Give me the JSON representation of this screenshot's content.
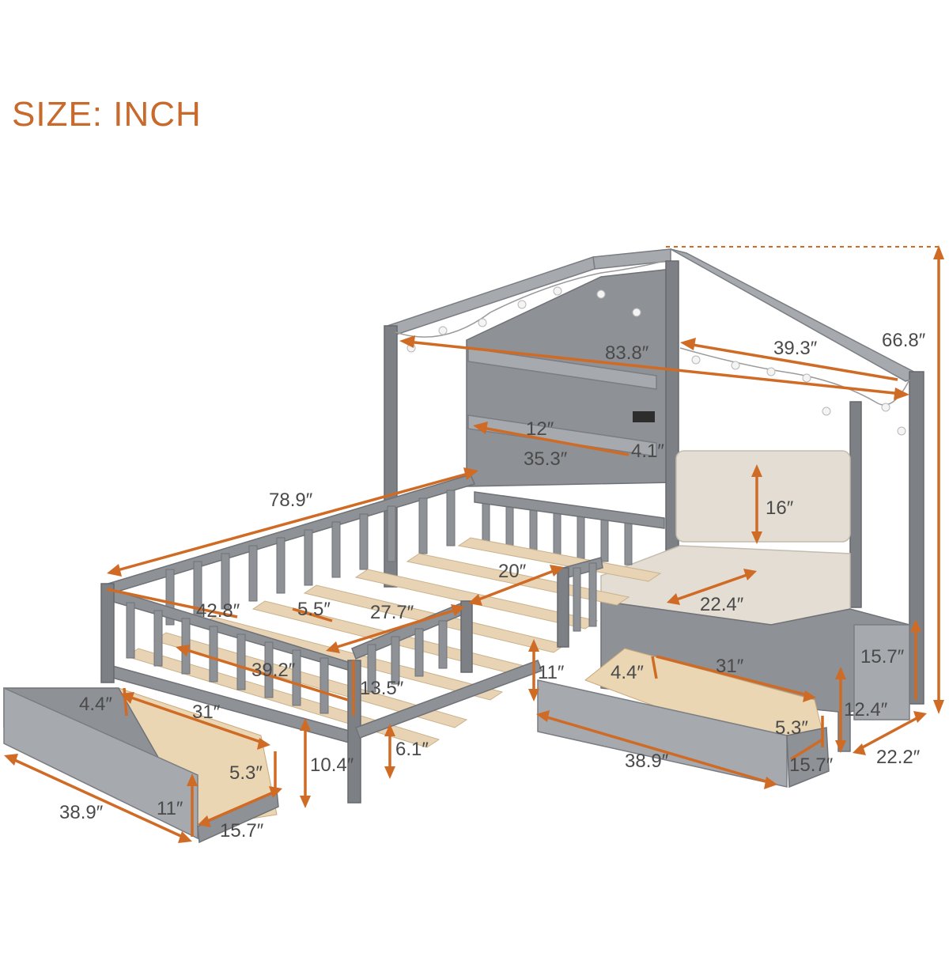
{
  "header": {
    "title": "SIZE: INCH"
  },
  "dimensions": {
    "height_total": "66.8″",
    "roof_length": "83.8″",
    "roof_short": "39.3″",
    "shelf_top": "12″",
    "shelf_width": "35.3″",
    "shelf_depth": "4.1″",
    "cushion_height": "16″",
    "bed_length": "78.9″",
    "bed_width": "42.8″",
    "slat_gap": "5.5″",
    "side_rail": "27.7″",
    "bench_gap": "20″",
    "bench_depth": "22.4″",
    "rail_length": "39.2″",
    "rail_height": "13.5″",
    "leg_height": "10.4″",
    "clearance": "6.1″",
    "bench_height": "15.7″",
    "bench_base": "12.4″",
    "bench_width": "22.2″",
    "left_drawer": {
      "inner_depth": "4.4″",
      "inner_length": "31″",
      "side_height": "5.3″",
      "length": "38.9″",
      "height": "11″",
      "width": "15.7″"
    },
    "right_drawer": {
      "inner_depth": "4.4″",
      "inner_length": "31″",
      "side_height": "5.3″",
      "length": "38.9″",
      "height": "11″",
      "width": "15.7″"
    }
  },
  "colors": {
    "accent": "#cf6b25",
    "frame": "#8e9195",
    "text": "#4a4a4a",
    "title": "#c86a2c"
  }
}
